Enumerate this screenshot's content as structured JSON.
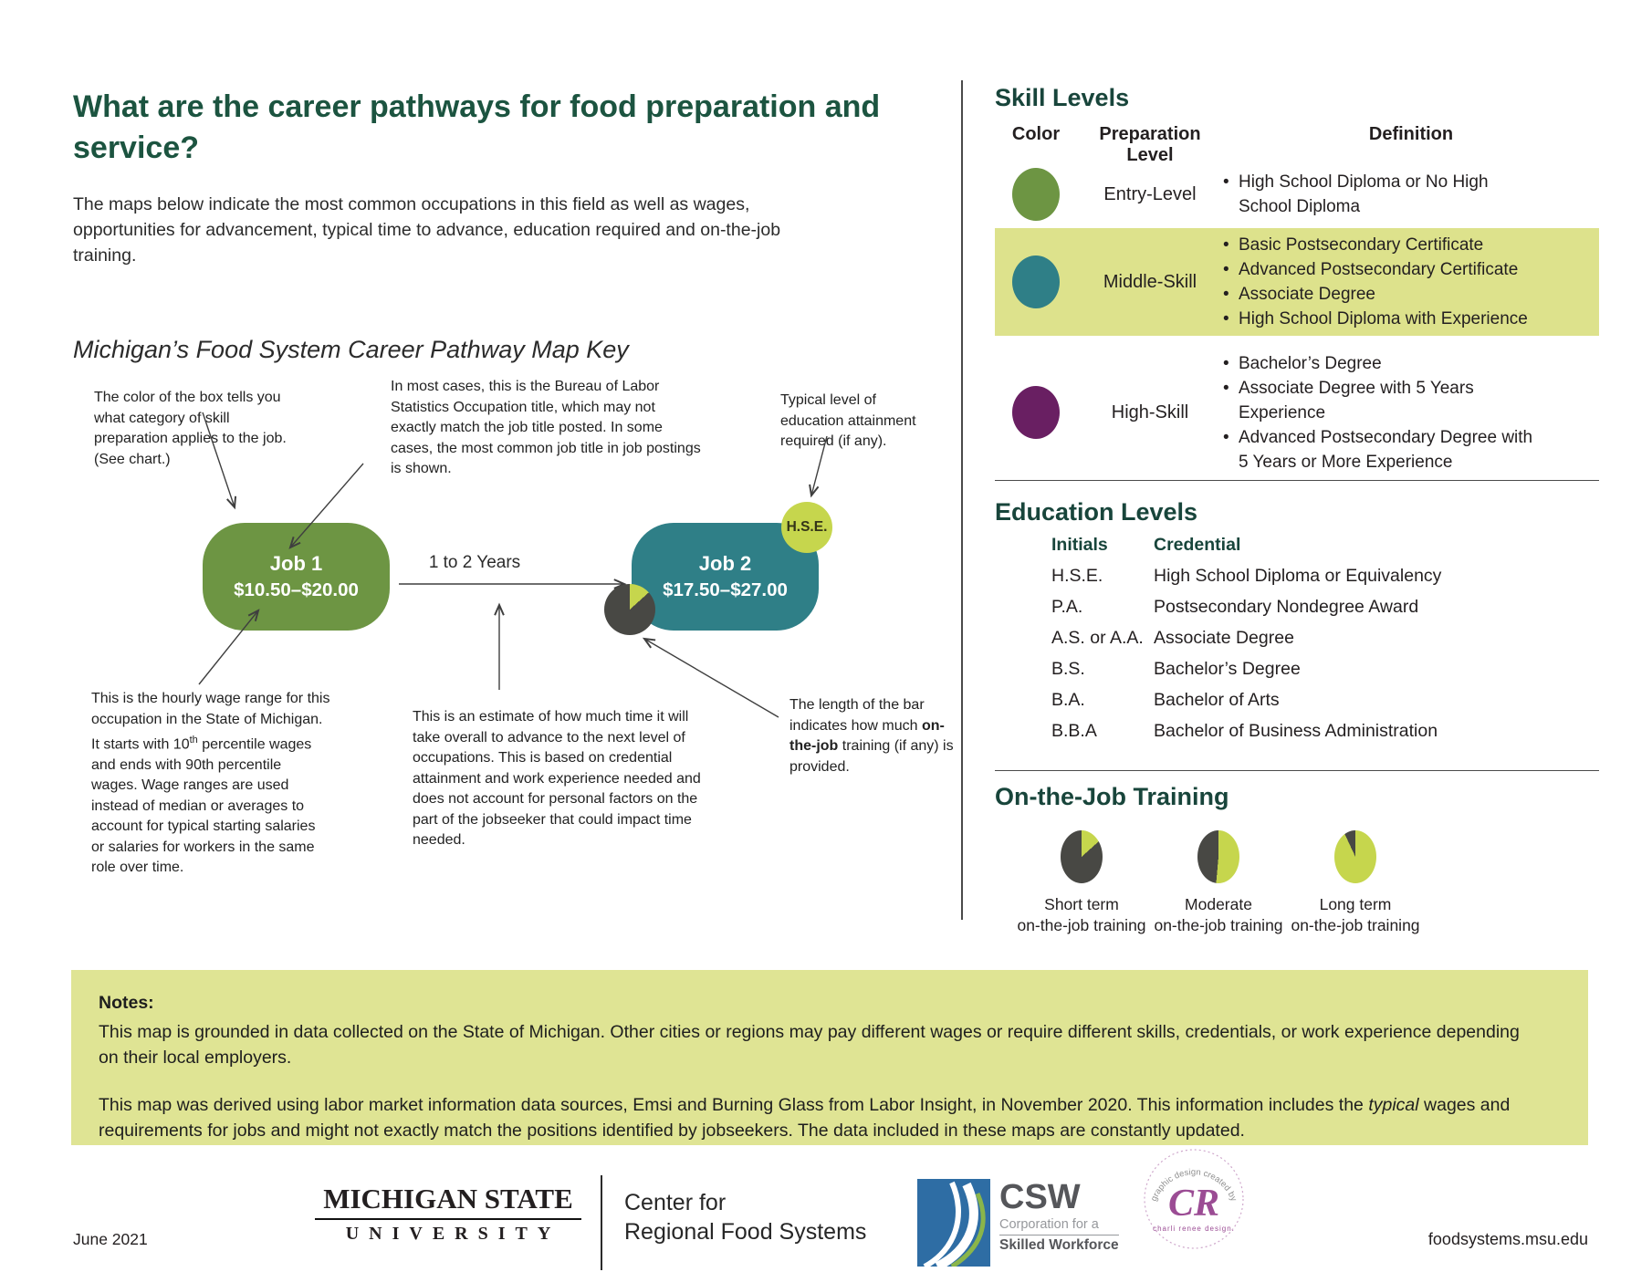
{
  "title": {
    "line1": "What are the career pathways for food preparation and",
    "line2": "service?"
  },
  "intro": "The maps below indicate the most common occupations in this field as well as wages, opportunities for advancement, typical time to advance, education required and on-the-job training.",
  "map_key": {
    "heading": "Michigan’s Food System Career Pathway Map Key",
    "ann_color": "The color of the box tells you what category of skill preparation applies to the job. (See chart.)",
    "ann_title": "In most cases, this is the Bureau of Labor Statistics Occupation title, which may not exactly match the job title posted. In some cases, the most common job title in job postings is shown.",
    "ann_education": "Typical level of education attainment required (if any).",
    "ann_wage_pre": "This is the hourly wage range for this occupation in the State of Michigan. It starts with 10",
    "ann_wage_sup": "th",
    "ann_wage_post": " percentile wages and ends with 90th percentile wages. Wage ranges are used instead of median or averages to account for typical starting salaries or salaries for workers in the same role over time.",
    "ann_time": "This is an estimate of how much time it will take overall to advance to the next level of occupations. This is based on credential attainment and work experience needed and does not account for personal factors on the part of the jobseeker that could impact time needed.",
    "ann_training_pre": "The length of the bar indicates how much ",
    "ann_training_bold": "on-the-job",
    "ann_training_post": " training (if any) is provided.",
    "job1_label": "Job 1",
    "job1_wage": "$10.50–$20.00",
    "job2_label": "Job 2",
    "job2_wage": "$17.50–$27.00",
    "transition": "1 to 2 Years",
    "badge": "H.S.E."
  },
  "skill_levels": {
    "heading": "Skill Levels",
    "col_color": "Color",
    "col_level": "Preparation Level",
    "col_def": "Definition",
    "rows": [
      {
        "level": "Entry-Level",
        "color": "#6d9543",
        "bullets": [
          "High School Diploma or No High School Diploma"
        ]
      },
      {
        "level": "Middle-Skill",
        "color": "#2f7f87",
        "bullets": [
          "Basic Postsecondary Certificate",
          "Advanced Postsecondary Certificate",
          "Associate Degree",
          "High School Diploma with Experience"
        ]
      },
      {
        "level": "High-Skill",
        "color": "#691f62",
        "bullets": [
          "Bachelor’s Degree",
          "Associate Degree with 5 Years Experience",
          "Advanced Postsecondary Degree with 5 Years or More Experience"
        ]
      }
    ]
  },
  "education_levels": {
    "heading": "Education Levels",
    "col_initials": "Initials",
    "col_credential": "Credential",
    "rows": [
      {
        "initials": "H.S.E.",
        "credential": "High School Diploma or Equivalency"
      },
      {
        "initials": "P.A.",
        "credential": "Postsecondary Nondegree Award"
      },
      {
        "initials": "A.S. or A.A.",
        "credential": "Associate Degree"
      },
      {
        "initials": "B.S.",
        "credential": "Bachelor’s Degree"
      },
      {
        "initials": "B.A.",
        "credential": "Bachelor of Arts"
      },
      {
        "initials": "B.B.A",
        "credential": "Bachelor of Business Administration"
      }
    ]
  },
  "ojt": {
    "heading": "On-the-Job Training",
    "items": [
      {
        "line1": "Short term",
        "line2": "on-the-job training",
        "green_degrees": 48
      },
      {
        "line1": "Moderate",
        "line2": "on-the-job training",
        "green_degrees": 185
      },
      {
        "line1": "Long term",
        "line2": "on-the-job training",
        "green_degrees": 335
      }
    ]
  },
  "notes": {
    "heading": "Notes:",
    "p1": "This map is grounded in data collected on the State of Michigan. Other cities or regions may pay different wages or require different skills, credentials, or work experience depending on their local employers.",
    "p2_pre": "This map was derived using labor market information data sources, Emsi and Burning Glass from Labor Insight, in November 2020. This information includes the ",
    "p2_italic": "typical",
    "p2_post": " wages and requirements for jobs and might not exactly match the positions identified by jobseekers. The data included in these maps are constantly updated."
  },
  "footer": {
    "date": "June 2021",
    "msu_line1": "MICHIGAN STATE",
    "msu_line2": "UNIVERSITY",
    "crfs_line1": "Center for",
    "crfs_line2": "Regional Food Systems",
    "csw_abbr": "CSW",
    "csw_line1": "Corporation for a",
    "csw_line2": "Skilled Workforce",
    "cr_arc": "graphic design created by",
    "cr_mark": "CR",
    "cr_sub": "charli renee design.",
    "url": "foodsystems.msu.edu"
  },
  "colors": {
    "msu_green": "#18453b",
    "olive_green": "#6d9543",
    "teal": "#2f7f87",
    "purple": "#691f62",
    "yellow_green": "#c6d64d",
    "highlight_row": "#dde28c",
    "notes_bg": "#dfe494",
    "pie_dark": "#484844"
  }
}
